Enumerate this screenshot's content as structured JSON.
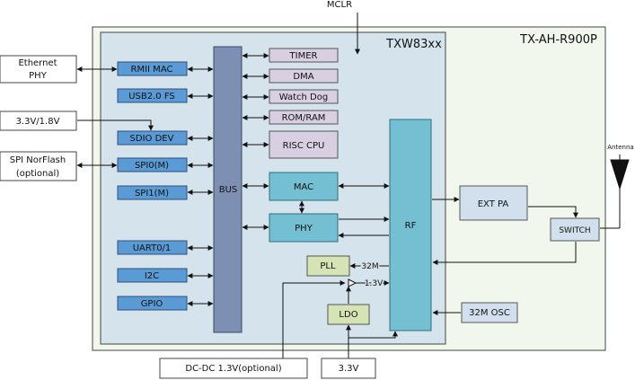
{
  "outer_title": "TX-AH-R900P",
  "chip_title": "TXW83xx",
  "mclr": "MCLR",
  "external_left": {
    "ethernet_line1": "Ethernet",
    "ethernet_line2": "PHY",
    "voltage": "3.3V/1.8V",
    "spi_flash_line1": "SPI NorFlash",
    "spi_flash_line2": "(optional)"
  },
  "interfaces": {
    "rmii_mac": "RMII MAC",
    "usb": "USB2.0 FS",
    "sdio": "SDIO DEV",
    "spi0": "SPI0(M)",
    "spi1": "SPI1(M)",
    "uart": "UART0/1",
    "i2c": "I2C",
    "gpio": "GPIO"
  },
  "bus": "BUS",
  "peripherals": {
    "timer": "TIMER",
    "dma": "DMA",
    "watchdog": "Watch Dog",
    "romram": "ROM/RAM",
    "cpu": "RISC CPU"
  },
  "core": {
    "mac": "MAC",
    "phy": "PHY",
    "rf": "RF"
  },
  "power": {
    "pll": "PLL",
    "ldo": "LDO",
    "xtal_32m": "32M",
    "v13": "1.3V"
  },
  "external_right": {
    "ext_pa": "EXT PA",
    "switch": "SWITCH",
    "antenna": "Antenna",
    "osc": "32M OSC"
  },
  "external_bottom": {
    "dcdc": "DC-DC 1.3V(optional)",
    "v33": "3.3V"
  },
  "colors": {
    "outer_bg": "#f2f7ee",
    "chip_bg": "#d4e3ec",
    "interface_fill": "#5b9bd5",
    "bus_fill": "#7d90b3",
    "peripheral_fill": "#d9cfe3",
    "core_fill": "#74bfd1",
    "power_fill": "#d5e3b5",
    "ext_fill": "#d2e0ee"
  }
}
